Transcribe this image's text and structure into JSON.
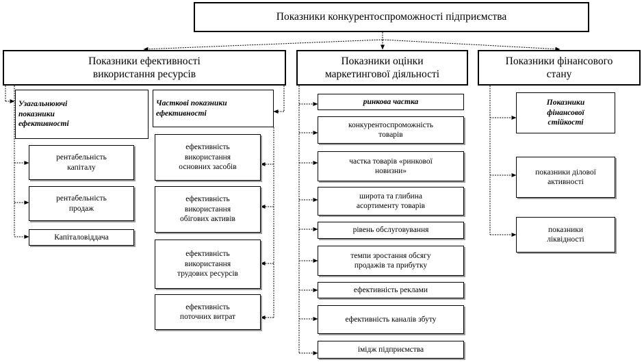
{
  "root": "Показники конкурентоспроможності підприємства",
  "groups": {
    "resources": "Показники ефективності\nвикористання ресурсів",
    "marketing": "Показники оцінки\nмаркетингової діяльності",
    "financial": "Показники фінансового\nстану"
  },
  "resources": {
    "general_title": "Узагальнюючі\nпоказники\nефективності",
    "general_items": [
      "рентабельність\nкапіталу",
      "рентабельність\nпродаж",
      "Капіталовіддача"
    ],
    "partial_title": "Часткові показники\nефективності",
    "partial_items": [
      "ефективність\nвикористання\nосновних засобів",
      "ефективність\nвикористання\nобігових активів",
      "ефективність\nвикористання\nтрудових ресурсів",
      "ефективність\nпоточних витрат"
    ]
  },
  "marketing_items": [
    "ринкова частка",
    "конкурентоспроможність\nтоварів",
    "частка товарів «ринкової\nновизни»",
    "широта та глибина\nасортименту товарів",
    "рівень обслуговування",
    "темпи зростання обсягу\nпродажів та прибутку",
    "ефективність реклами",
    "ефективність каналів збуту",
    "імідж підприємства"
  ],
  "financial_items": [
    "Показники\nфінансової\nстійкості",
    "показники ділової\nактивності",
    "показники\nліквідності"
  ]
}
